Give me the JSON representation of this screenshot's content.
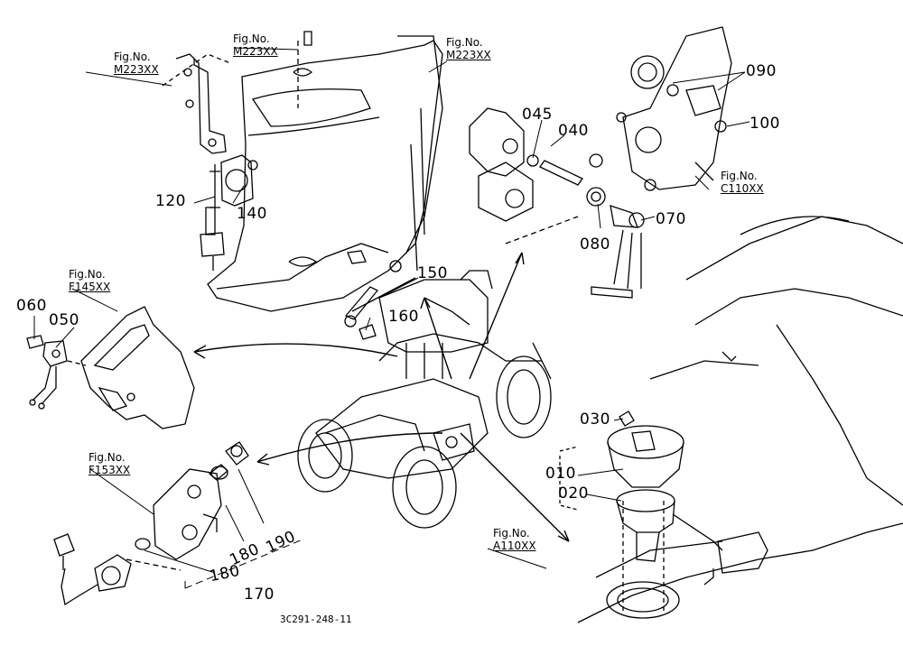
{
  "figure_refs": {
    "top_left": {
      "line1": "Fig.No.",
      "line2": "M223XX"
    },
    "top_center": {
      "line1": "Fig.No.",
      "line2": "M223XX"
    },
    "top_right": {
      "line1": "Fig.No.",
      "line2": "M223XX"
    },
    "right_upper": {
      "line1": "Fig.No.",
      "line2": "C110XX"
    },
    "left_middle": {
      "line1": "Fig.No.",
      "line2": "F145XX"
    },
    "left_lower": {
      "line1": "Fig.No.",
      "line2": "F153XX"
    },
    "bottom_center": {
      "line1": "Fig.No.",
      "line2": "A110XX"
    }
  },
  "parts": {
    "p010": "010",
    "p020": "020",
    "p030": "030",
    "p040": "040",
    "p045": "045",
    "p050": "050",
    "p060": "060",
    "p070": "070",
    "p080": "080",
    "p090": "090",
    "p100": "100",
    "p120": "120",
    "p140": "140",
    "p150": "150",
    "p160": "160",
    "p170": "170",
    "p180a": "180",
    "p180b": "180",
    "p190": "190"
  },
  "drawing_code": "3C291-248-11"
}
